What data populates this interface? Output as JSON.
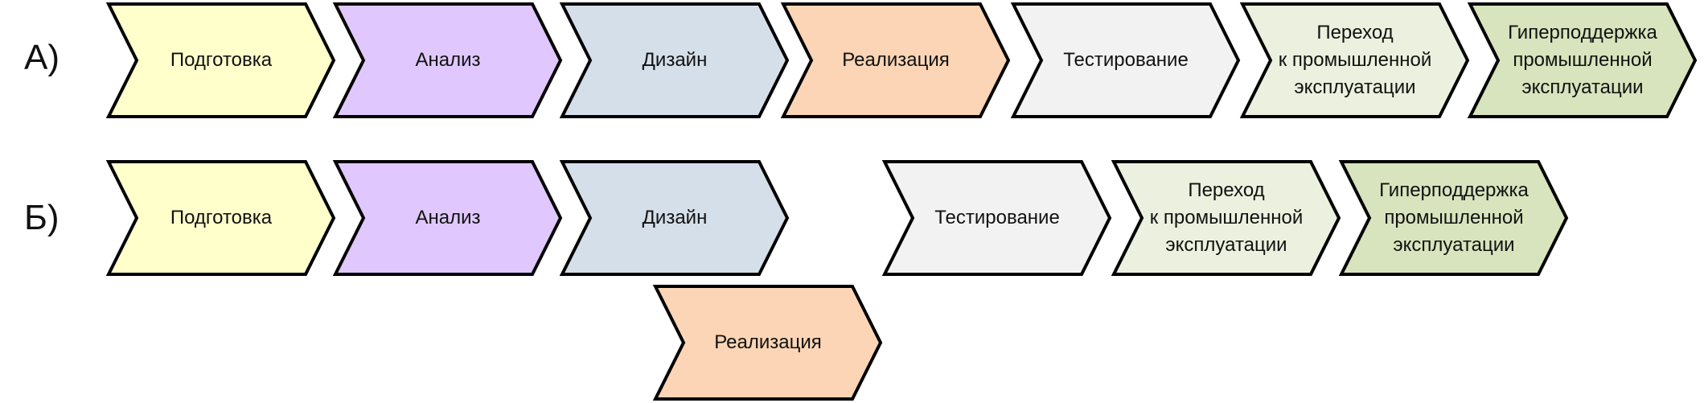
{
  "rows": {
    "a": {
      "label": "А)",
      "stages": [
        {
          "key": "prep",
          "text": "Подготовка",
          "fill": "#FFFFCC"
        },
        {
          "key": "analysis",
          "text": "Анализ",
          "fill": "#E0C8FF"
        },
        {
          "key": "design",
          "text": "Дизайн",
          "fill": "#D5DFEA"
        },
        {
          "key": "impl",
          "text": "Реализация",
          "fill": "#FBD5B5"
        },
        {
          "key": "testing",
          "text": "Тестирование",
          "fill": "#F2F2F2"
        },
        {
          "key": "transition",
          "text": "Переход\nк промышленной\nэксплуатации",
          "fill": "#EBF1DE"
        },
        {
          "key": "hypercare",
          "text": "Гиперподдержка\nпромышленной\nэксплуатации",
          "fill": "#D7E4BD"
        }
      ]
    },
    "b": {
      "label": "Б)",
      "stages": [
        {
          "key": "prep",
          "text": "Подготовка",
          "fill": "#FFFFCC"
        },
        {
          "key": "analysis",
          "text": "Анализ",
          "fill": "#E0C8FF"
        },
        {
          "key": "design",
          "text": "Дизайн",
          "fill": "#D5DFEA"
        },
        {
          "key": "testing",
          "text": "Тестирование",
          "fill": "#F2F2F2"
        },
        {
          "key": "transition",
          "text": "Переход\nк промышленной\nэксплуатации",
          "fill": "#EBF1DE"
        },
        {
          "key": "hypercare",
          "text": "Гиперподдержка\nпромышленной\nэксплуатации",
          "fill": "#D7E4BD"
        },
        {
          "key": "impl",
          "text": "Реализация",
          "fill": "#FBD5B5"
        }
      ]
    }
  },
  "stroke_color": "#000000"
}
